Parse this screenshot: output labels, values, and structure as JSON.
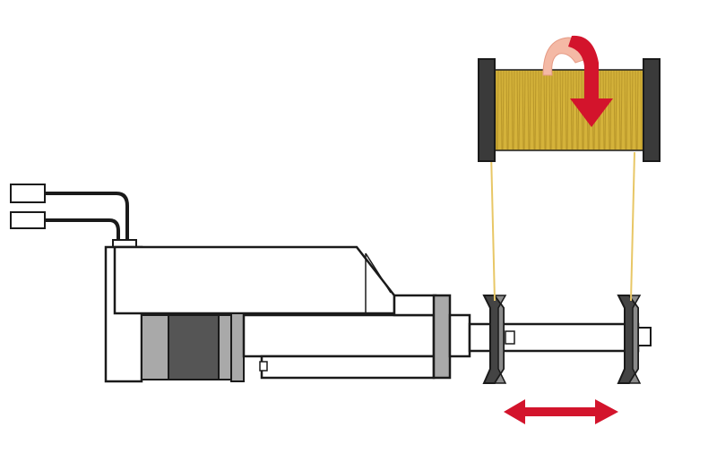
{
  "diagram": {
    "components": [
      {
        "name": "wire-connector-plugs",
        "label": ""
      },
      {
        "name": "linear-actuator",
        "label": ""
      },
      {
        "name": "stepper-motor",
        "label": ""
      },
      {
        "name": "guide-rod",
        "label": ""
      },
      {
        "name": "wire-spool",
        "label": ""
      },
      {
        "name": "guide-pulleys",
        "label": ""
      }
    ],
    "indicators": {
      "spool_rotation": "clockwise",
      "pulley_motion": "bidirectional-horizontal"
    },
    "colors": {
      "outline": "#1a1a1a",
      "housing_fill": "#ffffff",
      "motor_dark": "#555555",
      "motor_gray": "#a9a9a9",
      "spool_gold": "#d4b23a",
      "spool_wire_dark": "#9c7d1d",
      "spool_flange": "#3a3a3a",
      "thread": "#e8c766",
      "arrow_red": "#d3142c",
      "arrow_pink": "#f4b9a5",
      "pulley_dark": "#444444"
    }
  }
}
